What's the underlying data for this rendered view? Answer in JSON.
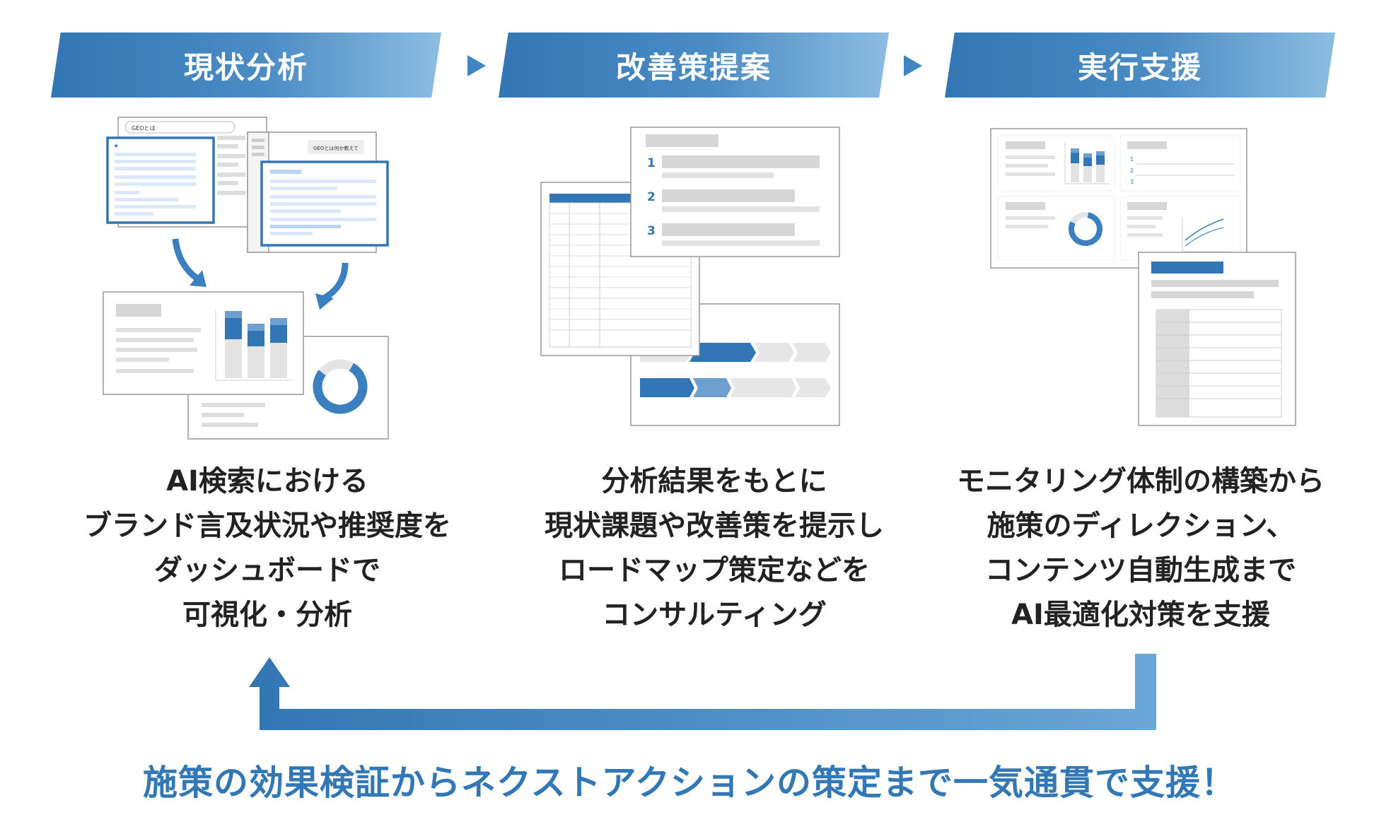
{
  "steps": [
    {
      "title": "現状分析",
      "description": [
        "AI検索における",
        "ブランド言及状況や推奨度を",
        "ダッシュボードで",
        "可視化・分析"
      ],
      "screens": {
        "search_query": "GEOとは",
        "chat_prompt": "GEOとは何か教えて"
      }
    },
    {
      "title": "改善策提案",
      "description": [
        "分析結果をもとに",
        "現状課題や改善策を提示し",
        "ロードマップ策定などを",
        "コンサルティング"
      ],
      "list_numbers": [
        "1",
        "2",
        "3"
      ]
    },
    {
      "title": "実行支援",
      "description": [
        "モニタリング体制の構築から",
        "施策のディレクション、",
        "コンテンツ自動生成まで",
        "AI最適化対策を支援"
      ],
      "list_numbers": [
        "1",
        "2",
        "3"
      ]
    }
  ],
  "tagline": "施策の効果検証からネクストアクションの策定まで一気通貫で支援！",
  "colors": {
    "primary": "#3276b4",
    "light_accent": "#8cbde1",
    "mock_gray": "#d6d6d6",
    "highlight_blue": "#dbe8f7"
  },
  "icons": [
    "sparkle-icon",
    "chevron-right-icon",
    "curved-down-arrow-icon",
    "loop-back-arrow-icon"
  ]
}
